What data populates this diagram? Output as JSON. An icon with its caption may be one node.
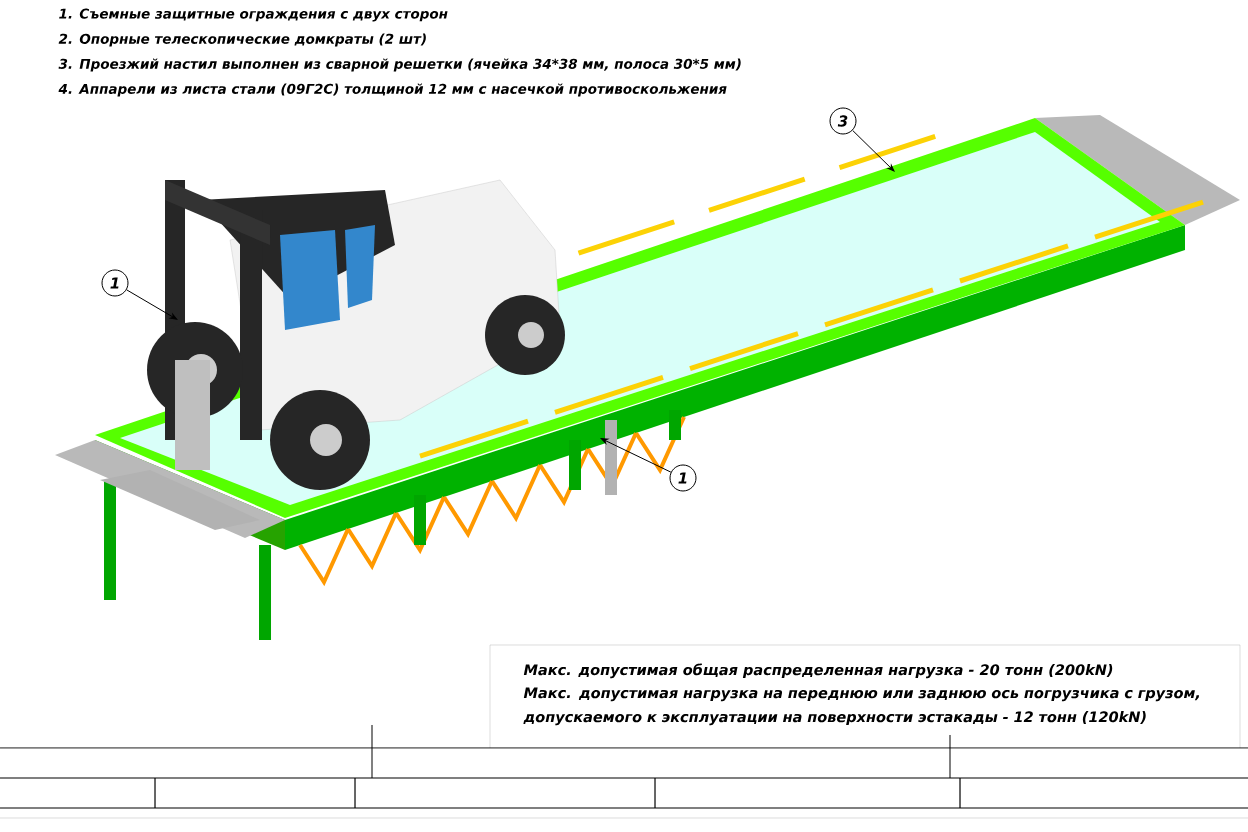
{
  "diagram": {
    "nodes": [
      {
        "text": [
          "1"
        ]
      },
      {
        "text": [
          "1"
        ]
      },
      {
        "text": [
          "3"
        ]
      }
    ],
    "edges": [
      {
        "from": 0,
        "to": null,
        "arrow": "to"
      },
      {
        "from": 1,
        "to": null,
        "arrow": "to"
      },
      {
        "from": 2,
        "to": null,
        "arrow": "to"
      }
    ],
    "labels": [
      "1. Съемные защитные ограждения с двух сторон",
      "2. Опорные телескопические домкраты (2 шт)",
      "3. Проезжий настил выполнен из сварной решетки (ячейка 34*38 мм, полоса 30*5 мм)",
      "4. Аппарели  из листа стали (09Г2С)  толщиной 12 мм с насечкой противоскольжения",
      "Макс.  допустимая общая распределенная нагрузка - 20 тонн (200kN)",
      "Макс.  допустимая  нагрузка на переднюю или заднюю ось погрузчика с грузом, допускаемого к эксплуатации на поверхности эстакады - 12 тонн (120kN)"
    ]
  }
}
